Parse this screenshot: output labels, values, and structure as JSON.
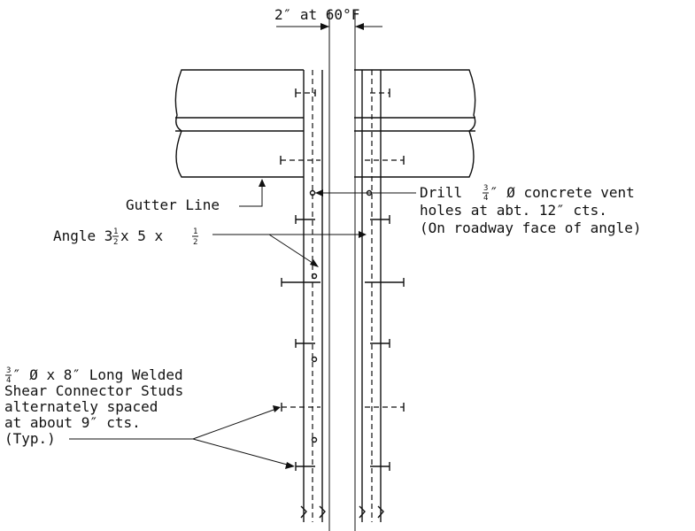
{
  "labels": {
    "gap": "2″ at 60°F",
    "gutter": "Gutter Line",
    "drill_1": "Drill",
    "drill_frac_num": "3",
    "drill_frac_den": "4",
    "drill_1b": "″ Ø concrete vent",
    "drill_2": "holes at abt. 12″ cts.",
    "drill_3": "(On roadway face of angle)",
    "angle_a": "Angle 3",
    "angle_frac1_num": "1",
    "angle_frac1_den": "2",
    "angle_b": " x 5 x ",
    "angle_frac2_num": "1",
    "angle_frac2_den": "2",
    "stud_frac_num": "3",
    "stud_frac_den": "4",
    "stud_1": "″ Ø x 8″ Long Welded",
    "stud_2": "Shear Connector Studs",
    "stud_3": "alternately spaced",
    "stud_4a": "at about 9",
    "stud_4b": "″ cts.",
    "stud_5": "(Typ.)"
  }
}
